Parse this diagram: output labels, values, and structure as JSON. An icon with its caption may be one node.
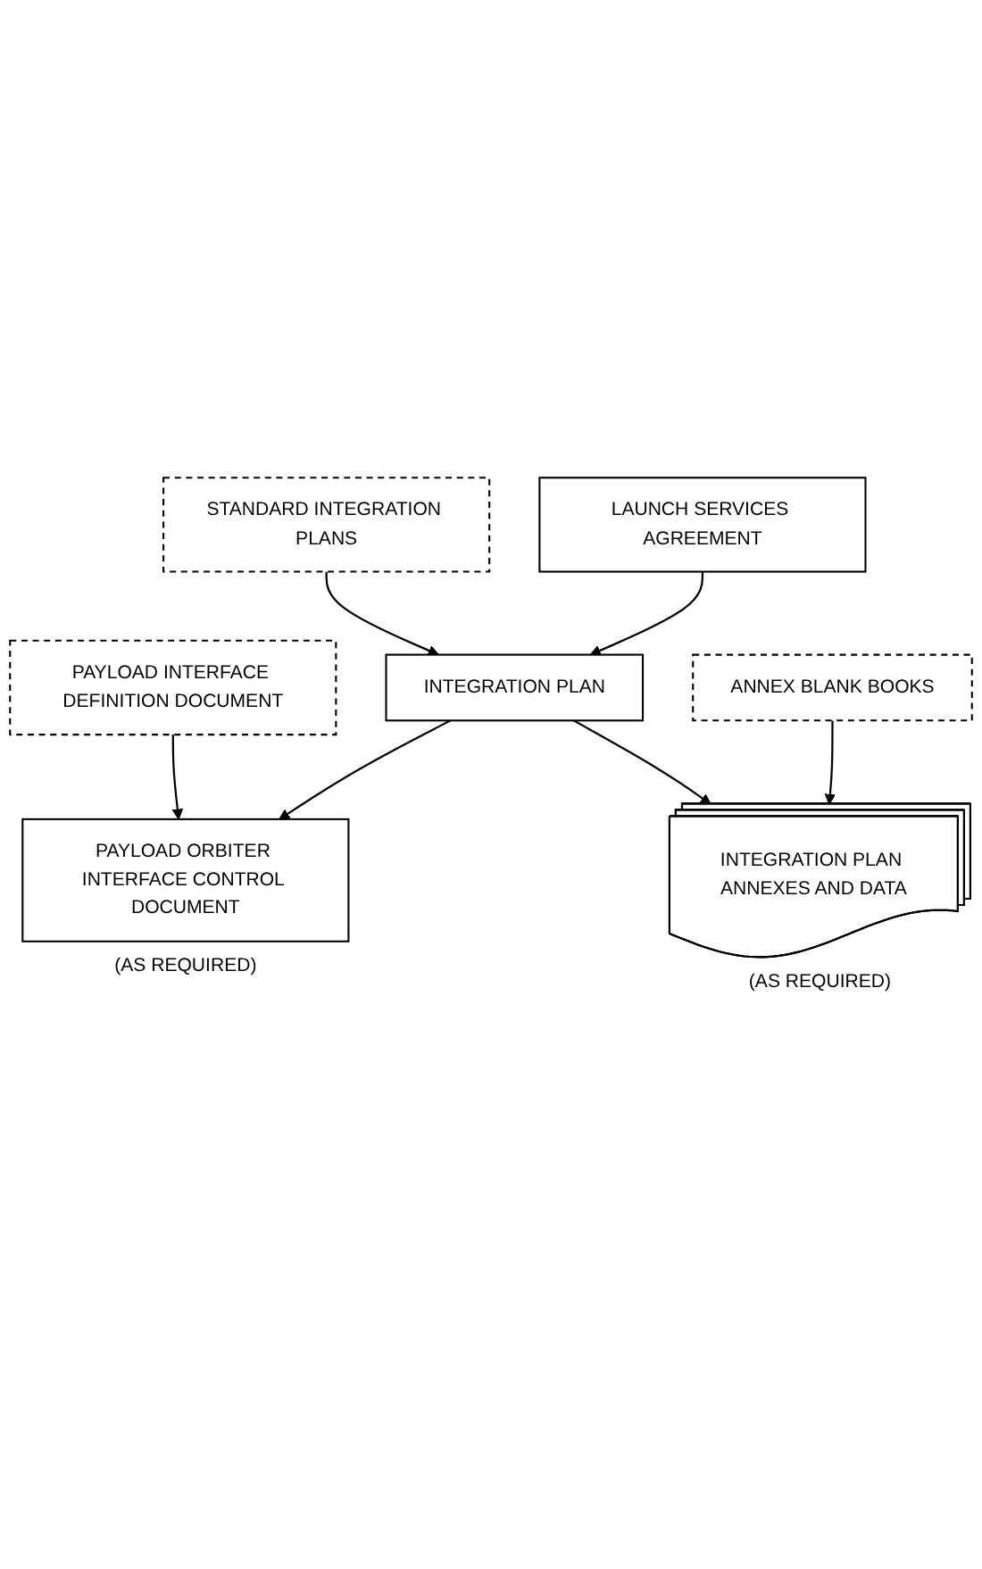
{
  "diagram": {
    "nodes": [
      {
        "text": [
          "LAUNCH SERVICES AGREEMENT"
        ]
      },
      {
        "text": [
          "STANDARD INTEGRATION PLANS"
        ]
      },
      {
        "text": [
          "INTEGRATION PLAN"
        ]
      },
      {
        "text": [
          "PAYLOAD INTERFACE DEFINITION DOCUMENT"
        ]
      },
      {
        "text": [
          "ANNEX BLANK BOOKS"
        ]
      },
      {
        "text": [
          "PAYLOAD ORBITER INTERFACE CONTROL DOCUMENT"
        ],
        "beside": [
          "(AS REQUIRED)"
        ]
      },
      {
        "text": [
          "INTEGRATION PLAN ANNEXES AND DATA"
        ],
        "beside": [
          "(AS REQUIRED)"
        ]
      }
    ],
    "edges": [
      {
        "from": 1,
        "to": 2,
        "arrow": "to"
      },
      {
        "from": 0,
        "to": 2,
        "arrow": "to"
      },
      {
        "from": 3,
        "to": 5,
        "arrow": "to"
      },
      {
        "from": 2,
        "to": 5,
        "arrow": "to"
      },
      {
        "from": 2,
        "to": 6,
        "arrow": "to"
      },
      {
        "from": 4,
        "to": 6,
        "arrow": "to"
      }
    ]
  }
}
